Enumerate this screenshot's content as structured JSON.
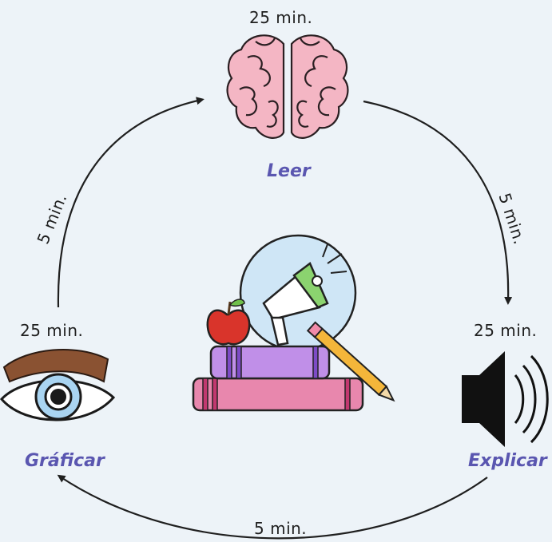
{
  "cycle": {
    "top": {
      "time": "25 min.",
      "label": "Leer",
      "icon": "brain-icon"
    },
    "right": {
      "time": "25 min.",
      "label": "Explicar",
      "icon": "speaker-icon"
    },
    "left": {
      "time": "25 min.",
      "label": "Gráficar",
      "icon": "eye-icon"
    },
    "center": {
      "icon": "books-apple-megaphone-icon"
    },
    "transitions": {
      "top_to_right": "5 min.",
      "right_to_left": "5 min.",
      "left_to_top": "5 min."
    }
  },
  "colors": {
    "background": "#edf3f8",
    "label": "#5a56b0",
    "brain": "#f4b6c4",
    "iris": "#a9d4f1",
    "book_purple": "#c08fe8",
    "book_pink": "#e887ad",
    "apple": "#d9342b",
    "pencil": "#f4b63a"
  }
}
